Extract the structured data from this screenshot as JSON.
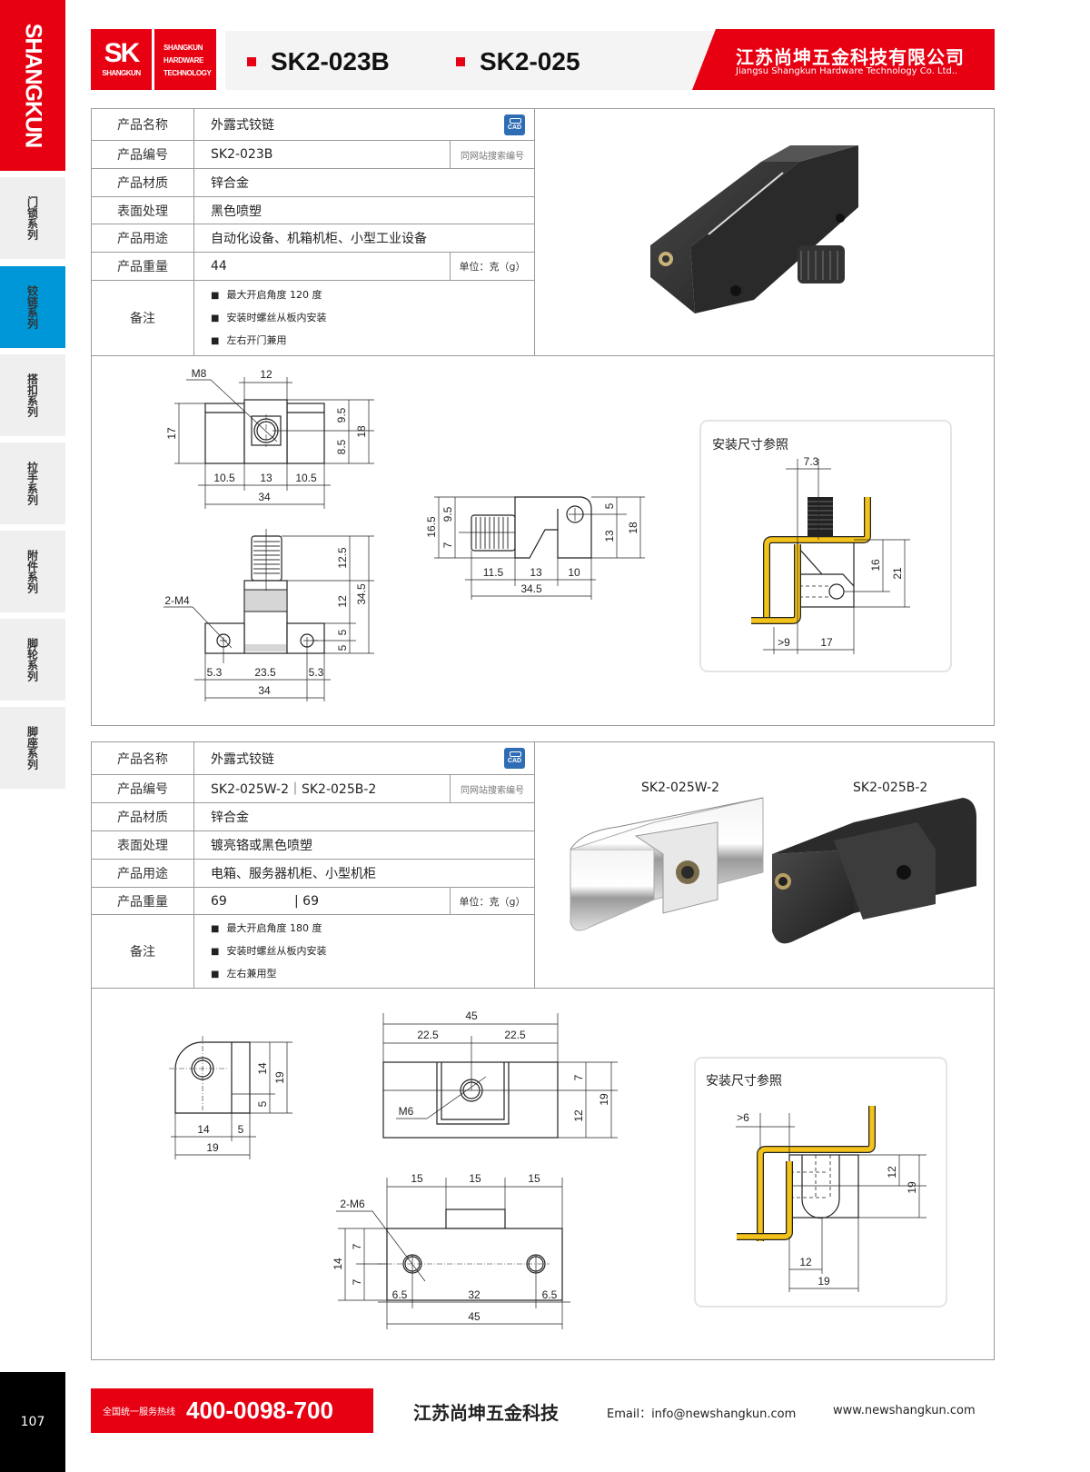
{
  "sidebar": {
    "brand": "SHANGKUN",
    "tabs": [
      "门锁系列",
      "铰链系列",
      "搭扣系列",
      "拉手系列",
      "附件系列",
      "脚轮系列",
      "脚座系列"
    ],
    "active_index": 1,
    "active_color": "#0097d8"
  },
  "header": {
    "logo_mark": "SK",
    "logo_sub": "SHANGKUN",
    "logo_lines": [
      "SHANGKUN",
      "HARDWARE",
      "TECHNOLOGY"
    ],
    "products": [
      "SK2-023B",
      "SK2-025"
    ],
    "company_cn": "江苏尚坤五金科技有限公司",
    "company_en": "Jiangsu Shangkun Hardware Technology Co. Ltd..",
    "brand_color": "#e60012"
  },
  "products": [
    {
      "cad_label": "CAD",
      "rows": {
        "name": {
          "label": "产品名称",
          "value": "外露式铰链"
        },
        "code": {
          "label": "产品编号",
          "value": "SK2-023B",
          "aside": "同网站搜索编号"
        },
        "material": {
          "label": "产品材质",
          "value": "锌合金"
        },
        "finish": {
          "label": "表面处理",
          "value": "黑色喷塑"
        },
        "usage": {
          "label": "产品用途",
          "value": "自动化设备、机箱机柜、小型工业设备"
        },
        "weight": {
          "label": "产品重量",
          "values": [
            "44"
          ],
          "aside": "单位：克（g）"
        },
        "notes": {
          "label": "备注",
          "items": [
            "最大开启角度 120 度",
            "安装时螺丝从板内安装",
            "左右开门兼用"
          ]
        }
      },
      "install_title": "安装尺寸参照",
      "dims": {
        "top": [
          "M8",
          "12",
          "17",
          "9.5",
          "8.5",
          "18",
          "10.5",
          "13",
          "10.5",
          "34"
        ],
        "side": [
          "12.5",
          "12",
          "5",
          "5",
          "34.5",
          "2-M4",
          "5.3",
          "23.5",
          "5.3",
          "34"
        ],
        "front": [
          "16.5",
          "9.5",
          "7",
          "5",
          "13",
          "18",
          "11.5",
          "13",
          "10",
          "34.5"
        ],
        "install": [
          "7.3",
          "16",
          "21",
          ">9",
          "17"
        ]
      }
    },
    {
      "cad_label": "CAD",
      "rows": {
        "name": {
          "label": "产品名称",
          "value": "外露式铰链"
        },
        "code": {
          "label": "产品编号",
          "value": "SK2-025W-2｜SK2-025B-2",
          "aside": "同网站搜索编号"
        },
        "material": {
          "label": "产品材质",
          "value": "锌合金"
        },
        "finish": {
          "label": "表面处理",
          "value": "镀亮铬或黑色喷塑"
        },
        "usage": {
          "label": "产品用途",
          "value": "电箱、服务器机柜、小型机柜"
        },
        "weight": {
          "label": "产品重量",
          "values": [
            "69",
            "| 69"
          ],
          "aside": "单位：克（g）"
        },
        "notes": {
          "label": "备注",
          "items": [
            "最大开启角度 180 度",
            "安装时螺丝从板内安装",
            "左右兼用型"
          ]
        }
      },
      "photo_labels": [
        "SK2-025W-2",
        "SK2-025B-2"
      ],
      "install_title": "安装尺寸参照",
      "dims": {
        "left": [
          "14",
          "5",
          "19",
          "14",
          "5",
          "19"
        ],
        "top": [
          "45",
          "22.5",
          "22.5",
          "7",
          "12",
          "19",
          "M6"
        ],
        "bottom": [
          "15",
          "15",
          "15",
          "2-M6",
          "14",
          "7",
          "7",
          "6.5",
          "32",
          "6.5",
          "45"
        ],
        "install": [
          ">6",
          "12",
          "19",
          "12",
          "19"
        ]
      }
    }
  ],
  "footer": {
    "page_number": "107",
    "hotline_label": "全国统一服务热线",
    "hotline": "400-0098-700",
    "company": "江苏尚坤五金科技",
    "email": "Email：info@newshangkun.com",
    "website": "www.newshangkun.com"
  }
}
